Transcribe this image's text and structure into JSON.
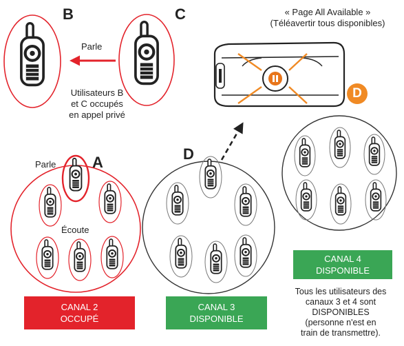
{
  "letters": {
    "a": "A",
    "b": "B",
    "c": "C",
    "d_group": "D",
    "d_badge": "D"
  },
  "top": {
    "speak_label": "Parle",
    "busy_note": [
      "Utilisateurs B",
      "et C occupés",
      "en appel privé"
    ]
  },
  "page_all": {
    "line1": "« Page All Available »",
    "line2": "(Téléavertir tous disponibles)"
  },
  "group_a": {
    "speak_label": "Parle",
    "listen_label": "Écoute"
  },
  "status": {
    "canal2": {
      "line1": "CANAL 2",
      "line2": "OCCUPÉ",
      "color": "#e3232b"
    },
    "canal3": {
      "line1": "CANAL 3",
      "line2": "DISPONIBLE",
      "color": "#3aa655"
    },
    "canal4": {
      "line1": "CANAL 4",
      "line2": "DISPONIBLE",
      "color": "#3aa655"
    }
  },
  "footnote": [
    "Tous les utilisateurs des",
    "canaux 3 et 4 sont",
    "DISPONIBLES",
    "(personne n'est en",
    "train de transmettre)."
  ],
  "colors": {
    "red": "#e3232b",
    "green": "#3aa655",
    "orange": "#f08a24",
    "ring_gray": "#333333"
  }
}
